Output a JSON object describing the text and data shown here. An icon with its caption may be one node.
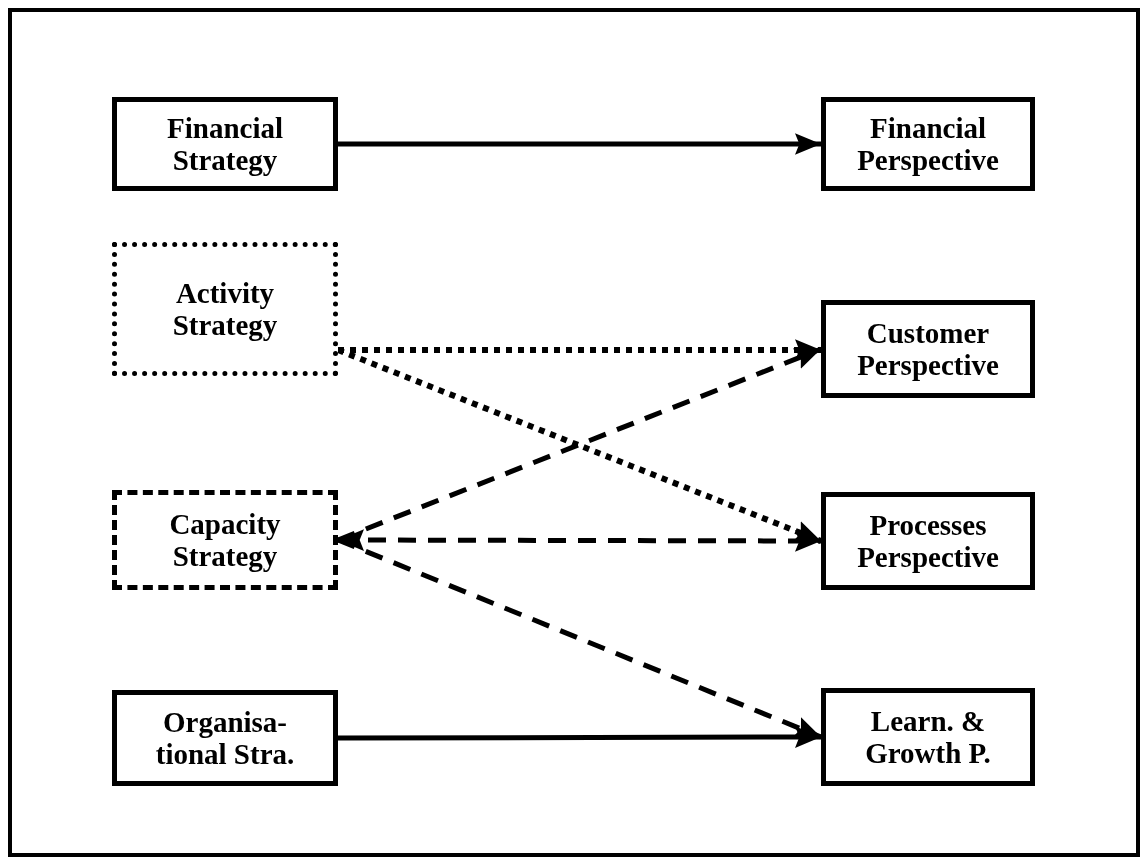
{
  "diagram": {
    "nodes": [
      {
        "text": [
          "Financial Strategy"
        ]
      },
      {
        "text": [
          "Financial Perspective"
        ]
      },
      {
        "text": [
          "Activity Strategy"
        ]
      },
      {
        "text": [
          "Customer Perspective"
        ]
      },
      {
        "text": [
          "Capacity Strategy"
        ]
      },
      {
        "text": [
          "Processes Perspective"
        ]
      },
      {
        "text": [
          "Organisa-tional Stra."
        ]
      },
      {
        "text": [
          "Learn. & Growth P."
        ]
      }
    ],
    "edges": [
      {
        "from": 0,
        "to": 1,
        "arrow": "to"
      },
      {
        "from": 2,
        "to": 3,
        "arrow": "to",
        "style": "dashed"
      },
      {
        "from": 2,
        "to": 5,
        "arrow": "to",
        "style": "dashed"
      },
      {
        "from": 4,
        "to": 3,
        "arrow": "to",
        "style": "dashed"
      },
      {
        "from": 4,
        "to": 5,
        "arrow": "both",
        "style": "dashed"
      },
      {
        "from": 4,
        "to": 7,
        "arrow": "to",
        "style": "dashed"
      },
      {
        "from": 6,
        "to": 7,
        "arrow": "to"
      }
    ]
  }
}
